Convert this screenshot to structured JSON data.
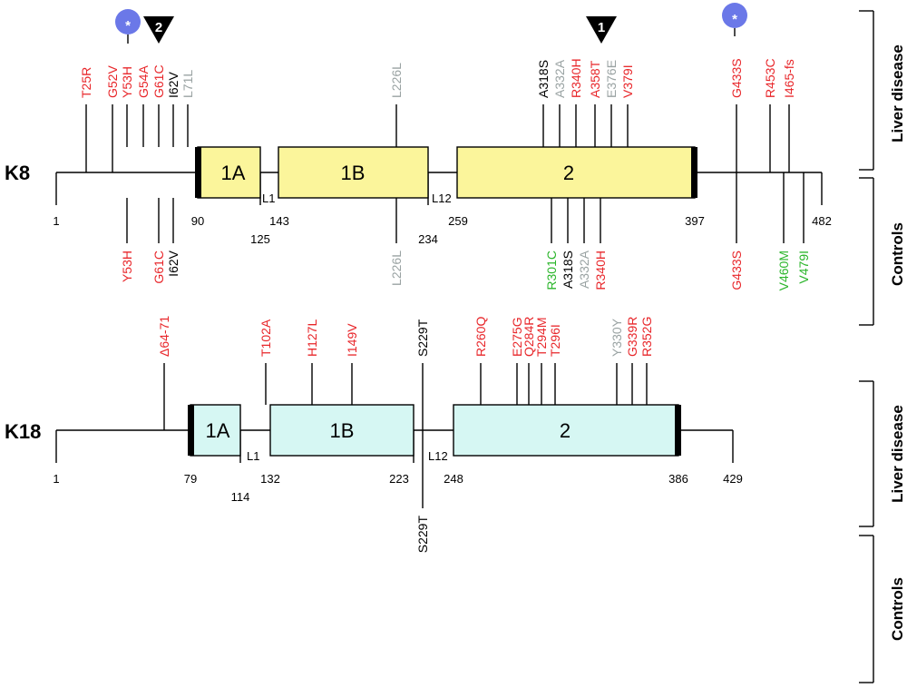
{
  "colors": {
    "red": "#e8262a",
    "gray": "#9aa3a3",
    "green": "#2ab52a",
    "black": "#000000",
    "k8_fill": "#fbf59b",
    "k18_fill": "#d6f7f3",
    "star_blue": "#6b78e8"
  },
  "marker_icons": [
    "asterisk-circle-icon",
    "numbered-triangle-icon"
  ],
  "group_labels": {
    "liver": "Liver disease",
    "controls": "Controls"
  },
  "proteins": [
    {
      "id": "k8",
      "name": "K8",
      "length_label": "482",
      "start_label": "1",
      "boxes": [
        {
          "label": "1A",
          "start": "90",
          "end": "125"
        },
        {
          "label": "1B",
          "start": "143",
          "end": "234"
        },
        {
          "label": "2",
          "start": "259",
          "end": "397"
        }
      ],
      "linkers": [
        "L1",
        "L12"
      ],
      "liver_mutations": [
        {
          "label": "T25R",
          "color": "red"
        },
        {
          "label": "G52V",
          "color": "red"
        },
        {
          "label": "Y53H",
          "color": "red"
        },
        {
          "label": "G54A",
          "color": "red"
        },
        {
          "label": "G61C",
          "color": "red"
        },
        {
          "label": "I62V",
          "color": "black"
        },
        {
          "label": "L71L",
          "color": "gray"
        },
        {
          "label": "L226L",
          "color": "gray"
        },
        {
          "label": "A318S",
          "color": "black"
        },
        {
          "label": "A332A",
          "color": "gray"
        },
        {
          "label": "R340H",
          "color": "red"
        },
        {
          "label": "A358T",
          "color": "red"
        },
        {
          "label": "E376E",
          "color": "gray"
        },
        {
          "label": "V379I",
          "color": "red"
        },
        {
          "label": "G433S",
          "color": "red"
        },
        {
          "label": "R453C",
          "color": "red"
        },
        {
          "label": "I465-fs",
          "color": "red"
        }
      ],
      "control_mutations": [
        {
          "label": "Y53H",
          "color": "red"
        },
        {
          "label": "G61C",
          "color": "red"
        },
        {
          "label": "I62V",
          "color": "black"
        },
        {
          "label": "L226L",
          "color": "gray"
        },
        {
          "label": "R301C",
          "color": "green"
        },
        {
          "label": "A318S",
          "color": "black"
        },
        {
          "label": "A332A",
          "color": "gray"
        },
        {
          "label": "R340H",
          "color": "red"
        },
        {
          "label": "G433S",
          "color": "red"
        },
        {
          "label": "V460M",
          "color": "green"
        },
        {
          "label": "V479I",
          "color": "green"
        }
      ],
      "markers": [
        {
          "type": "star",
          "text": "*"
        },
        {
          "type": "triangle",
          "text": "2"
        },
        {
          "type": "triangle",
          "text": "1"
        },
        {
          "type": "star",
          "text": "*"
        }
      ]
    },
    {
      "id": "k18",
      "name": "K18",
      "length_label": "429",
      "start_label": "1",
      "boxes": [
        {
          "label": "1A",
          "start": "79",
          "end": "114"
        },
        {
          "label": "1B",
          "start": "132",
          "end": "223"
        },
        {
          "label": "2",
          "start": "248",
          "end": "386"
        }
      ],
      "linkers": [
        "L1",
        "L12"
      ],
      "liver_mutations": [
        {
          "label": "Δ64-71",
          "color": "red"
        },
        {
          "label": "T102A",
          "color": "red"
        },
        {
          "label": "H127L",
          "color": "red"
        },
        {
          "label": "I149V",
          "color": "red"
        },
        {
          "label": "S229T",
          "color": "black"
        },
        {
          "label": "R260Q",
          "color": "red"
        },
        {
          "label": "E275G",
          "color": "red"
        },
        {
          "label": "Q284R",
          "color": "red"
        },
        {
          "label": "T294M",
          "color": "red"
        },
        {
          "label": "T296I",
          "color": "red"
        },
        {
          "label": "Y330Y",
          "color": "gray"
        },
        {
          "label": "G339R",
          "color": "red"
        },
        {
          "label": "R352G",
          "color": "red"
        }
      ],
      "control_mutations": [
        {
          "label": "S229T",
          "color": "black"
        }
      ],
      "markers": []
    }
  ]
}
